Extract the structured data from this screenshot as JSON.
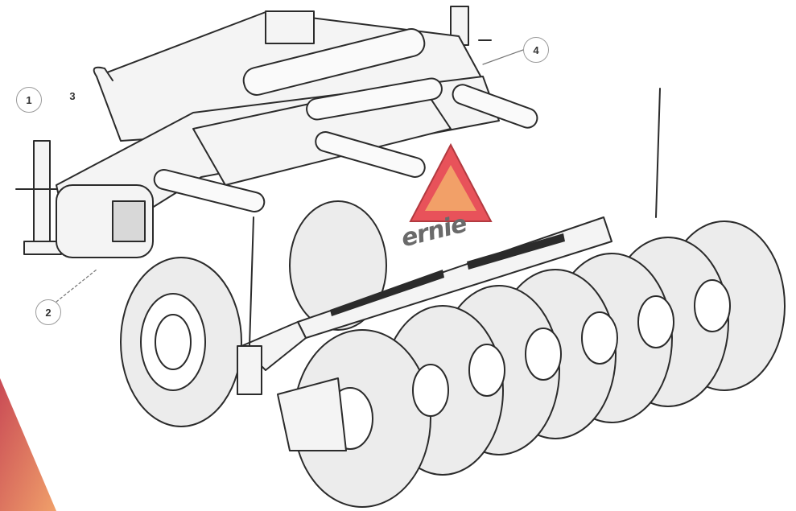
{
  "callouts": [
    {
      "id": "1",
      "label": "1"
    },
    {
      "id": "2",
      "label": "2"
    },
    {
      "id": "3",
      "label": "3"
    },
    {
      "id": "4",
      "label": "4"
    }
  ],
  "brand_logo_text": "ernie",
  "colors": {
    "line": "#2b2b2b",
    "frame_fill": "#f4f4f4",
    "tire_fill": "#ececec",
    "sms_outer": "#e8525a",
    "sms_inner": "#f2a068",
    "corner_accent": "#d9605a"
  },
  "icons": [
    "slow-moving-vehicle-sign"
  ]
}
